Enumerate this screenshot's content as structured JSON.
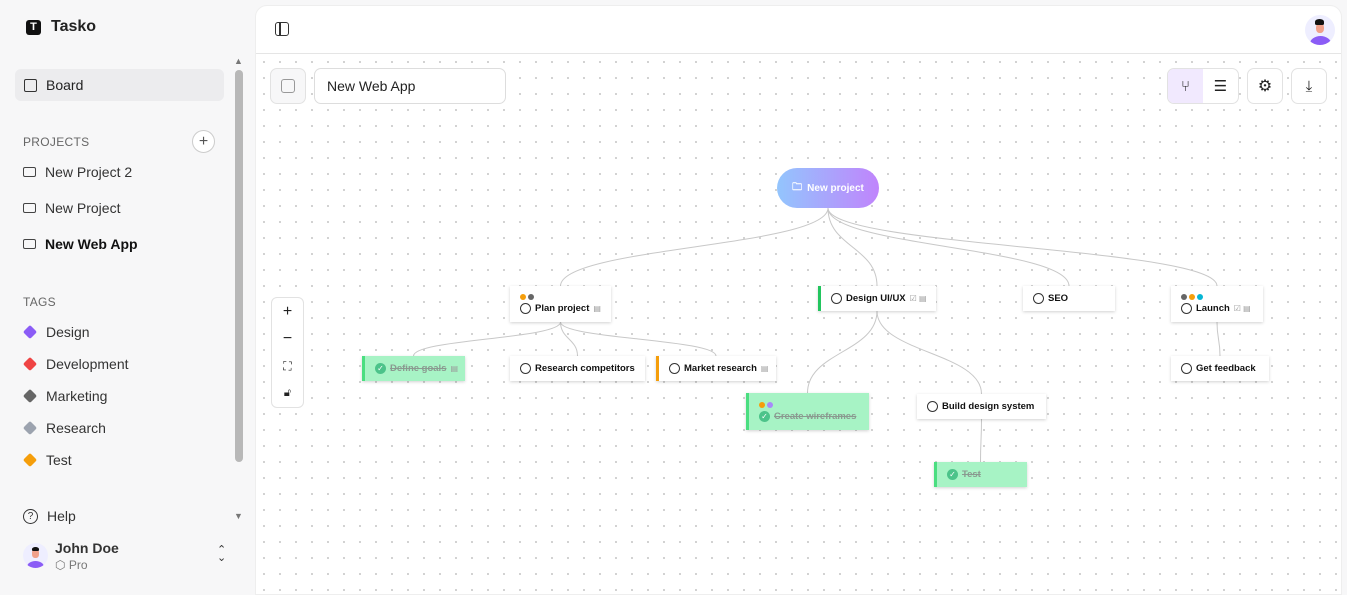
{
  "app": {
    "name": "Tasko"
  },
  "sidebar": {
    "board_label": "Board",
    "projects_heading": "PROJECTS",
    "projects": [
      {
        "label": "New Project 2"
      },
      {
        "label": "New Project"
      },
      {
        "label": "New Web App",
        "active": true
      }
    ],
    "tags_heading": "TAGS",
    "tags": [
      {
        "label": "Design",
        "color": "#8b5cf6"
      },
      {
        "label": "Development",
        "color": "#ef4444"
      },
      {
        "label": "Marketing",
        "color": "#666666"
      },
      {
        "label": "Research",
        "color": "#9ca3af"
      },
      {
        "label": "Test",
        "color": "#f59e0b"
      }
    ],
    "help_label": "Help",
    "user": {
      "name": "John Doe",
      "plan": "Pro"
    }
  },
  "toolbar": {
    "project_name": "New Web App",
    "active_view": "graph"
  },
  "graph": {
    "root": {
      "label": "New project"
    },
    "nodes": {
      "plan": {
        "label": "Plan project",
        "parent": "root",
        "done": false,
        "tag_colors": [
          "#f59e0b",
          "#666666"
        ]
      },
      "design": {
        "label": "Design UI/UX",
        "parent": "root",
        "done": false,
        "accent": "#22c55e"
      },
      "seo": {
        "label": "SEO",
        "parent": "root",
        "done": false
      },
      "launch": {
        "label": "Launch",
        "parent": "root",
        "done": false,
        "tag_colors": [
          "#666666",
          "#f59e0b",
          "#06b6d4"
        ]
      },
      "goals": {
        "label": "Define goals",
        "parent": "plan",
        "done": true
      },
      "competitors": {
        "label": "Research competitors",
        "parent": "plan",
        "done": false
      },
      "market": {
        "label": "Market research",
        "parent": "plan",
        "done": false,
        "accent": "#f59e0b"
      },
      "wireframes": {
        "label": "Create wireframes",
        "parent": "design",
        "done": true,
        "tag_colors": [
          "#f59e0b",
          "#a78bfa"
        ]
      },
      "designsystem": {
        "label": "Build design system",
        "parent": "design",
        "done": false
      },
      "test": {
        "label": "Test",
        "parent": "designsystem",
        "done": true
      },
      "feedback": {
        "label": "Get feedback",
        "parent": "launch",
        "done": false
      }
    }
  }
}
